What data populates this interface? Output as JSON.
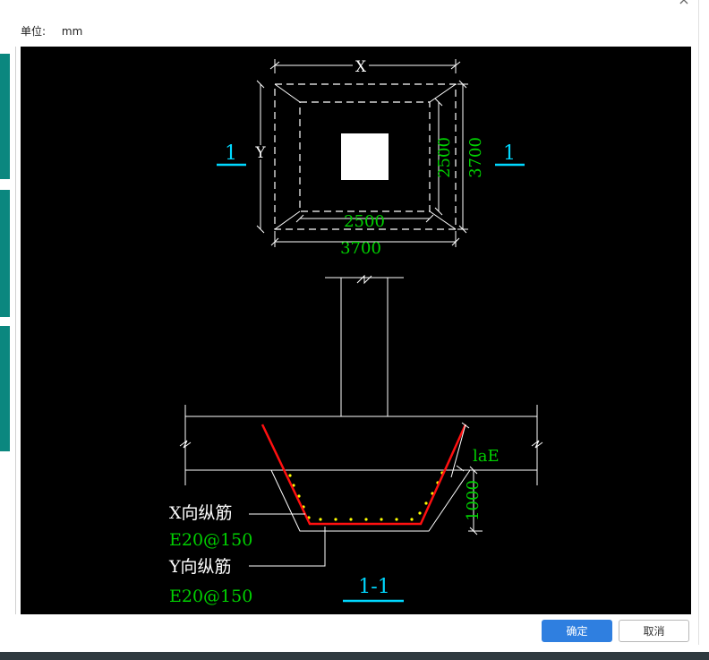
{
  "dialog": {
    "close_label": "×",
    "unit_label": "单位:",
    "unit_value": "mm",
    "ok_label": "确定",
    "cancel_label": "取消"
  },
  "drawing": {
    "plan": {
      "x_label": "X",
      "y_label": "Y",
      "outer_width": "3700",
      "outer_height": "3700",
      "inner_width": "2500",
      "inner_height": "2500",
      "section_mark_left": "1",
      "section_mark_right": "1"
    },
    "section": {
      "lae_label": "laE",
      "depth_label": "1000",
      "x_rebar_label": "X向纵筋",
      "x_rebar_value": "E20@150",
      "y_rebar_label": "Y向纵筋",
      "y_rebar_value": "E20@150",
      "section_title": "1-1"
    },
    "colors": {
      "background": "#000000",
      "lines": "#ffffff",
      "dimensions": "#00d000",
      "section_marks": "#00d8ff",
      "rebar": "#ff1010",
      "stirrup_dots": "#ffff00"
    }
  }
}
